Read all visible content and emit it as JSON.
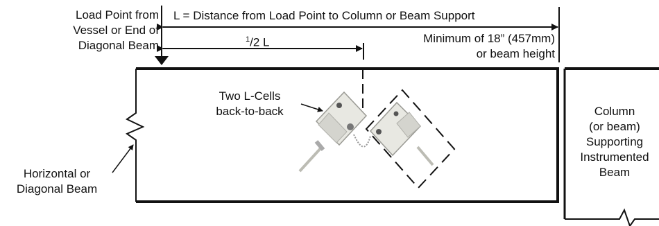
{
  "labels": {
    "load_point": [
      "Load Point from",
      "Vessel or End of",
      "Diagonal Beam"
    ],
    "distance": "L = Distance from Load Point to Column or Beam Support",
    "minimum": [
      "Minimum of 18” (457mm)",
      "or beam height"
    ],
    "half_l_sup": "1",
    "half_l_rest": "/2 L",
    "two_cells": [
      "Two L-Cells",
      "back-to-back"
    ],
    "horizontal_beam": [
      "Horizontal or",
      "Diagonal Beam"
    ],
    "column": [
      "Column",
      "(or beam)",
      "Supporting",
      "Instrumented",
      "Beam"
    ]
  },
  "colors": {
    "line": "#111111",
    "beam_fill": "#ffffff",
    "cell_body": "#e8e8e2",
    "cell_dark": "#555555"
  }
}
